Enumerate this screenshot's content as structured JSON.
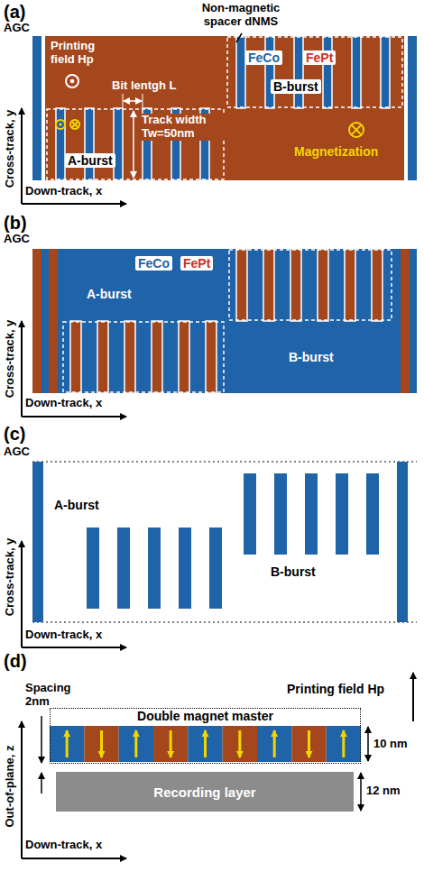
{
  "diagram": {
    "nodes": [
      {
        "text": [
          "Double magnet master"
        ]
      },
      {
        "text": [
          "Recording layer"
        ]
      }
    ],
    "labels": [
      "(a)",
      "AGC",
      "Printing field Hp",
      "Non-magnetic spacer dNMS",
      "Bit lentgh L",
      "FeCo",
      "FePt",
      "B-burst",
      "Track width Tw=50nm",
      "A-burst",
      "Magnetization",
      "Cross-track, y",
      "Down-track, x",
      "(b)",
      "AGC",
      "FeCo",
      "FePt",
      "A-burst",
      "B-burst",
      "Cross-track, y",
      "Down-track, x",
      "(c)",
      "AGC",
      "A-burst",
      "B-burst",
      "Cross-track, y",
      "Down-track, x",
      "(d)",
      "Printing field Hp",
      "Spacing 2nm",
      "Out-of-plane, z",
      "10 nm",
      "12 nm",
      "Down-track, x"
    ]
  }
}
